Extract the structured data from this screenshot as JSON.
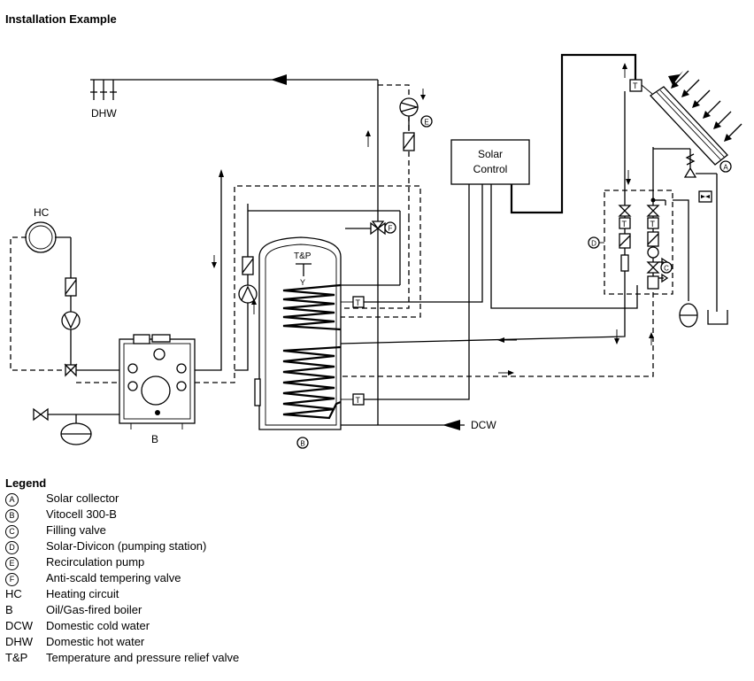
{
  "title": "Installation Example",
  "labels": {
    "dhw": "DHW",
    "hc": "HC",
    "solar_control_line1": "Solar",
    "solar_control_line2": "Control",
    "dcw": "DCW",
    "tp": "T&P",
    "temp_sensor": "T",
    "boiler": "B",
    "ref_a": "A",
    "ref_b": "B",
    "ref_c": "C",
    "ref_d": "D",
    "ref_e": "E",
    "ref_f": "F",
    "y": "Y"
  },
  "legend": {
    "title": "Legend",
    "items": [
      {
        "key": "A",
        "circled": true,
        "text": "Solar collector"
      },
      {
        "key": "B",
        "circled": true,
        "text": "Vitocell 300-B"
      },
      {
        "key": "C",
        "circled": true,
        "text": "Filling valve"
      },
      {
        "key": "D",
        "circled": true,
        "text": "Solar-Divicon (pumping station)"
      },
      {
        "key": "E",
        "circled": true,
        "text": "Recirculation pump"
      },
      {
        "key": "F",
        "circled": true,
        "text": "Anti-scald tempering valve"
      },
      {
        "key": "HC",
        "circled": false,
        "text": "Heating circuit"
      },
      {
        "key": "B",
        "circled": false,
        "text": "Oil/Gas-fired boiler"
      },
      {
        "key": "DCW",
        "circled": false,
        "text": "Domestic cold water"
      },
      {
        "key": "DHW",
        "circled": false,
        "text": "Domestic hot water"
      },
      {
        "key": "T&P",
        "circled": false,
        "text": "Temperature and pressure relief valve"
      }
    ]
  }
}
